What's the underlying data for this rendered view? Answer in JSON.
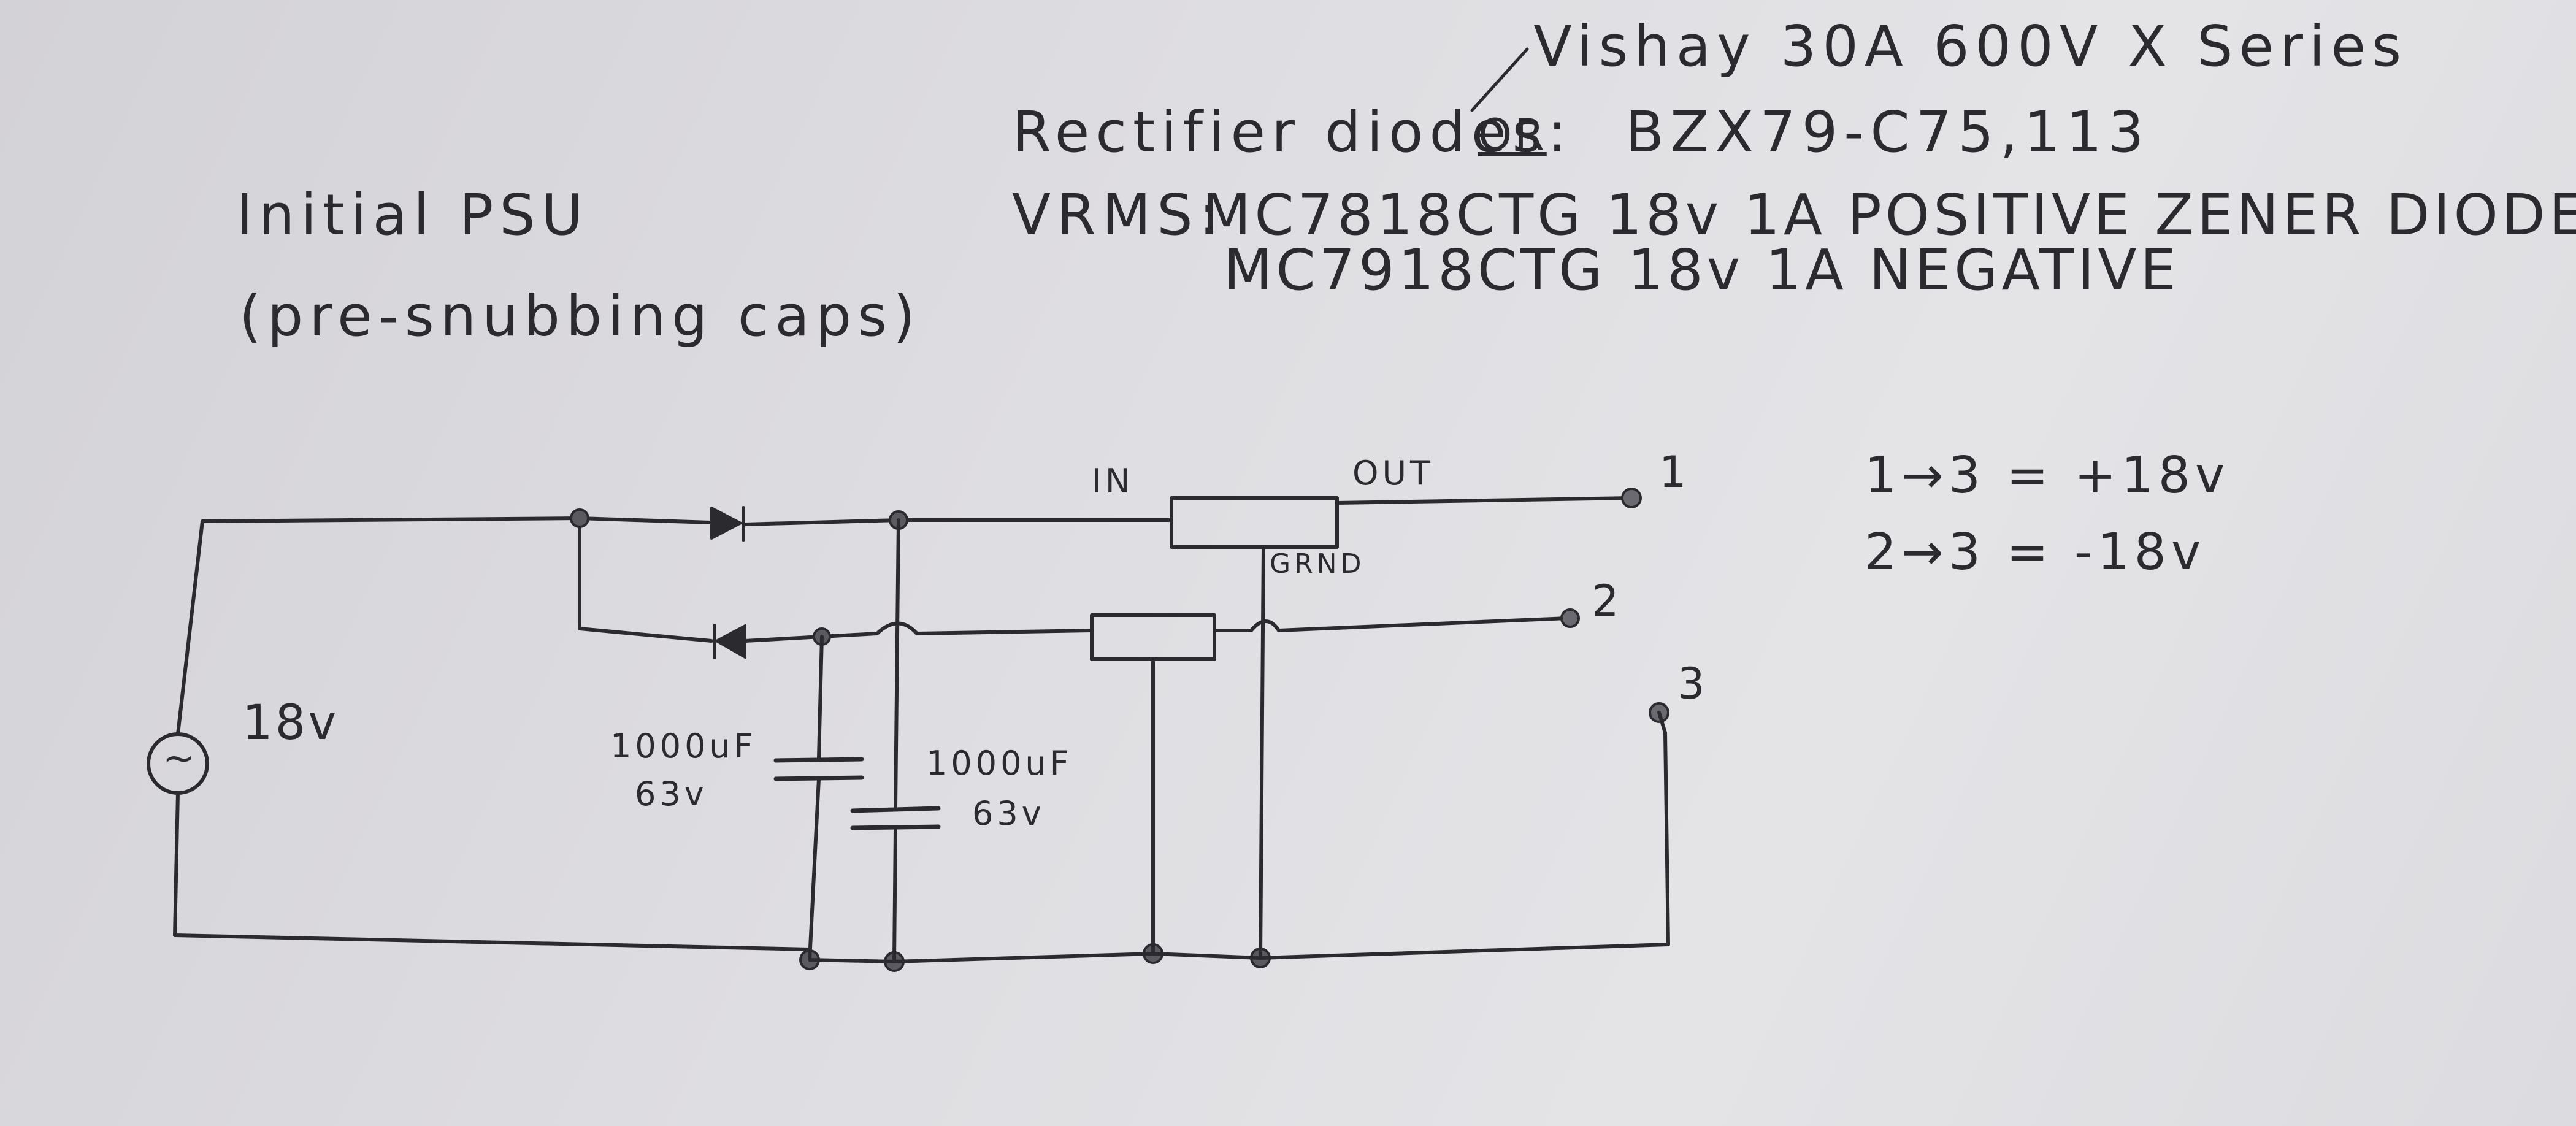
{
  "title": {
    "line1": "Initial PSU",
    "line2": "(pre-snubbing caps)"
  },
  "notes": {
    "vishay": "Vishay 30A 600V X Series",
    "rectifier_label": "Rectifier diodes:",
    "rectifier_alt_or": "OR",
    "rectifier_part": "BZX79-C75,113",
    "vrms_label": "VRMS:",
    "vrms_positive": "MC7818CTG 18v 1A POSITIVE ZENER DIODE",
    "vrms_negative": "MC7918CTG 18v 1A NEGATIVE"
  },
  "outputs": {
    "rail_positive": "1→3 = +18v",
    "rail_negative": "2→3 = -18v"
  },
  "schematic": {
    "source_label": "18v",
    "source_symbol": "~",
    "cap1_value": "1000uF",
    "cap1_voltage": "63v",
    "cap2_value": "1000uF",
    "cap2_voltage": "63v",
    "reg_in": "IN",
    "reg_out": "OUT",
    "reg_gnd": "GRND",
    "terminal1": "1",
    "terminal2": "2",
    "terminal3": "3"
  },
  "colors": {
    "paper": "#e0dfe3",
    "ink": "#2b2b2f"
  }
}
